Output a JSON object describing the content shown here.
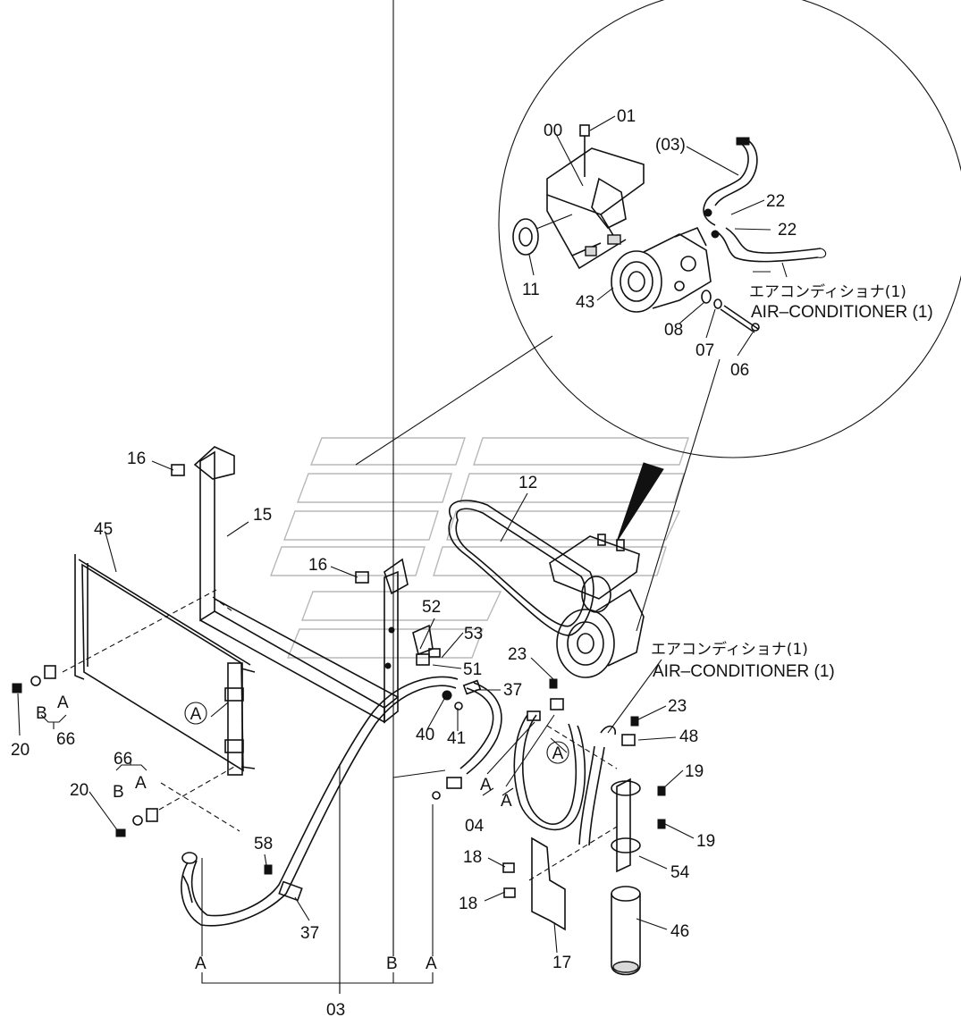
{
  "callouts": [
    {
      "id": "c00",
      "text": "00"
    },
    {
      "id": "c01",
      "text": "01"
    },
    {
      "id": "c03a",
      "text": "(03)"
    },
    {
      "id": "c22a",
      "text": "22"
    },
    {
      "id": "c22b",
      "text": "22"
    },
    {
      "id": "c11",
      "text": "11"
    },
    {
      "id": "c43",
      "text": "43"
    },
    {
      "id": "c08",
      "text": "08"
    },
    {
      "id": "c07",
      "text": "07"
    },
    {
      "id": "c06",
      "text": "06"
    },
    {
      "id": "c16a",
      "text": "16"
    },
    {
      "id": "c15",
      "text": "15"
    },
    {
      "id": "c45",
      "text": "45"
    },
    {
      "id": "c16b",
      "text": "16"
    },
    {
      "id": "c12",
      "text": "12"
    },
    {
      "id": "c52",
      "text": "52"
    },
    {
      "id": "c53",
      "text": "53"
    },
    {
      "id": "c51",
      "text": "51"
    },
    {
      "id": "c23a",
      "text": "23"
    },
    {
      "id": "c37a",
      "text": "37"
    },
    {
      "id": "c40",
      "text": "40"
    },
    {
      "id": "c41",
      "text": "41"
    },
    {
      "id": "c23b",
      "text": "23"
    },
    {
      "id": "c48",
      "text": "48"
    },
    {
      "id": "c19a",
      "text": "19"
    },
    {
      "id": "c19b",
      "text": "19"
    },
    {
      "id": "c54",
      "text": "54"
    },
    {
      "id": "c46",
      "text": "46"
    },
    {
      "id": "c18a",
      "text": "18"
    },
    {
      "id": "c18b",
      "text": "18"
    },
    {
      "id": "c17",
      "text": "17"
    },
    {
      "id": "c20a",
      "text": "20"
    },
    {
      "id": "c20b",
      "text": "20"
    },
    {
      "id": "c66a",
      "text": "66"
    },
    {
      "id": "c66b",
      "text": "66"
    },
    {
      "id": "cBa",
      "text": "B"
    },
    {
      "id": "cAa",
      "text": "A"
    },
    {
      "id": "cBb",
      "text": "B"
    },
    {
      "id": "cAb",
      "text": "A"
    },
    {
      "id": "c58",
      "text": "58"
    },
    {
      "id": "c37b",
      "text": "37"
    },
    {
      "id": "c04",
      "text": "04"
    },
    {
      "id": "cA04a",
      "text": "A"
    },
    {
      "id": "cA04b",
      "text": "A"
    },
    {
      "id": "cAbot1",
      "text": "A"
    },
    {
      "id": "cBbot",
      "text": "B"
    },
    {
      "id": "cAbot2",
      "text": "A"
    },
    {
      "id": "c03b",
      "text": "03"
    }
  ],
  "circle_markers": [
    {
      "id": "m1",
      "text": "A"
    },
    {
      "id": "m2",
      "text": "A"
    }
  ],
  "notes": {
    "detail_jp": "エアコンディショナ(1)",
    "detail_en": "AIR–CONDITIONER (1)",
    "main_jp": "エアコンディショナ(1)",
    "main_en": "AIR–CONDITIONER (1)"
  }
}
